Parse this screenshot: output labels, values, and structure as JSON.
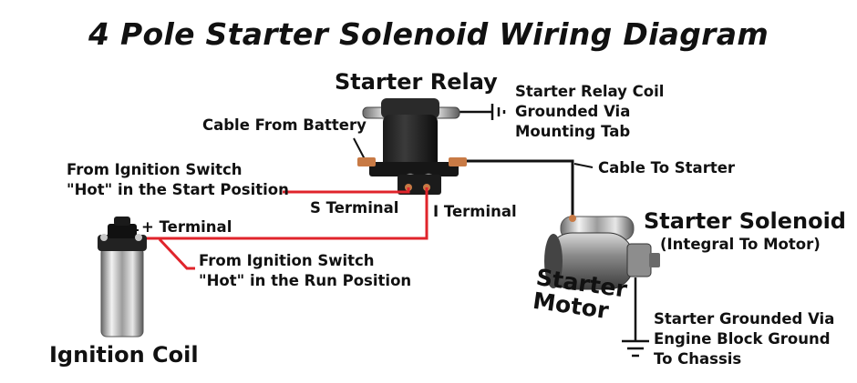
{
  "title": "4 Pole Starter Solenoid Wiring Diagram",
  "labels": {
    "starter_relay": "Starter Relay",
    "relay_coil_ground": [
      "Starter Relay Coil",
      "Grounded Via",
      "Mounting Tab"
    ],
    "cable_from_battery": "Cable From Battery",
    "cable_to_starter": "Cable To Starter",
    "ignition_start": [
      "From Ignition Switch",
      "\"Hot\" in the Start Position"
    ],
    "s_terminal": "S Terminal",
    "i_terminal": "I Terminal",
    "plus_terminal": "+ Terminal",
    "ignition_run": [
      "From Ignition Switch",
      "\"Hot\" in the Run Position"
    ],
    "starter_solenoid": "Starter Solenoid",
    "integral_to_motor": "(Integral To Motor)",
    "starter_motor": [
      "Starter",
      "Motor"
    ],
    "starter_ground": [
      "Starter Grounded Via",
      "Engine Block Ground",
      "To Chassis"
    ],
    "ignition_coil": "Ignition Coil"
  },
  "colors": {
    "red_wire": "#e0242b",
    "black_wire": "#111111",
    "copper": "#c87a45"
  }
}
